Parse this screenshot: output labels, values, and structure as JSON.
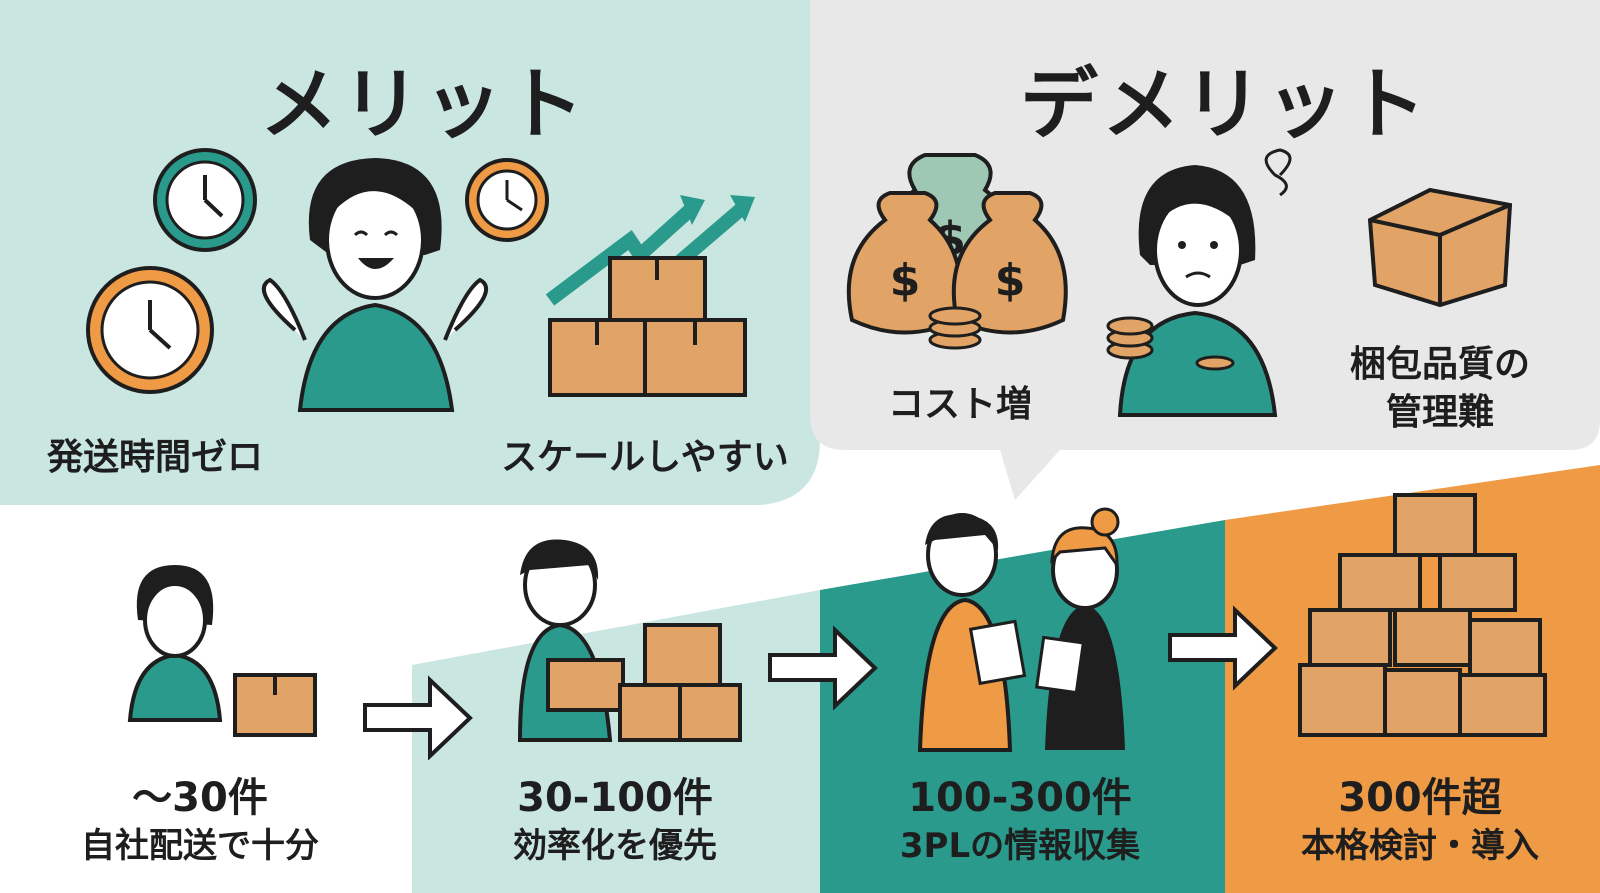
{
  "merit": {
    "title": "メリット",
    "items": [
      "発送時間ゼロ",
      "スケールしやすい"
    ]
  },
  "demerit": {
    "title": "デメリット",
    "items": [
      "コスト増",
      "梱包品質の",
      "管理難"
    ]
  },
  "stages": [
    {
      "count": "〜30件",
      "desc": "自社配送で十分"
    },
    {
      "count": "30-100件",
      "desc": "効率化を優先"
    },
    {
      "count": "100-300件",
      "desc": "3PLの情報収集"
    },
    {
      "count": "300件超",
      "desc": "本格検討・導入"
    }
  ],
  "colors": {
    "teal_light": "#c9e6e1",
    "teal_mid": "#a9d7cf",
    "teal": "#2a9a8c",
    "orange": "#ef9a45",
    "gray": "#e8e8e8",
    "box": "#e2a466",
    "dark": "#1e1e1e"
  }
}
